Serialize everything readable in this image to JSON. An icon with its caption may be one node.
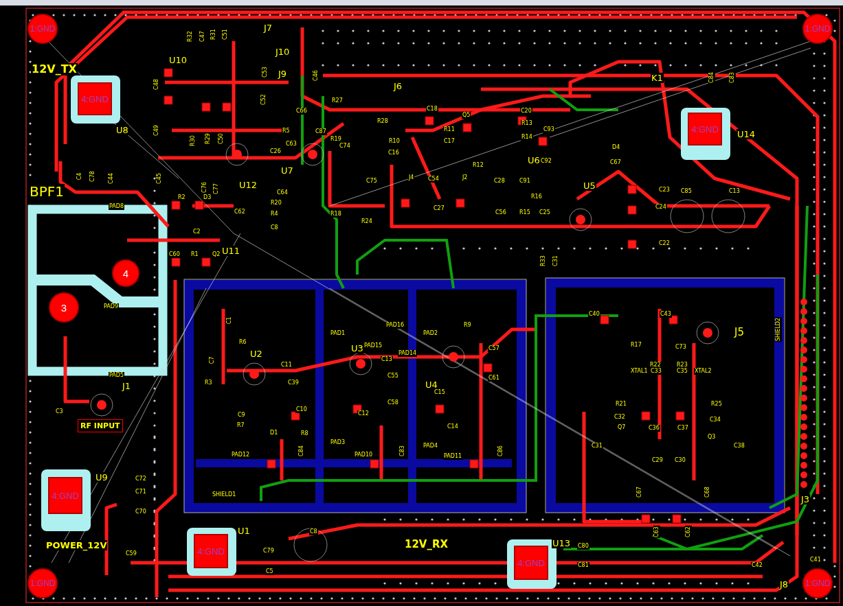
{
  "diagram": {
    "nodes": [
      {
        "text": [
          "1:GND"
        ]
      },
      {
        "text": [
          "1:GND"
        ]
      },
      {
        "text": [
          "1:GND"
        ]
      },
      {
        "text": [
          "1:GND"
        ]
      },
      {
        "text": [
          "4:GND"
        ]
      },
      {
        "text": [
          "4:GND"
        ]
      },
      {
        "text": [
          "4:GND"
        ]
      },
      {
        "text": [
          "4:GND"
        ]
      },
      {
        "text": [
          "4:GND"
        ]
      },
      {
        "text": [
          "4"
        ]
      },
      {
        "text": [
          "3"
        ]
      },
      {
        "text": [
          "RF INPUT"
        ]
      }
    ],
    "labels": [
      "12V_TX",
      "R32",
      "C47",
      "R31",
      "C51",
      "J7",
      "J10",
      "U10",
      "C53",
      "C48",
      "J9",
      "C52",
      "U8",
      "C49",
      "R30",
      "R29",
      "C50",
      "C26",
      "C4",
      "C78",
      "C44",
      "C45",
      "C76",
      "C77",
      "U12",
      "C64",
      "BPF1",
      "R20",
      "R2",
      "D3",
      "C62",
      "R4",
      "C8",
      "PAD8",
      "C2",
      "U11",
      "C60",
      "R1",
      "Q2",
      "C46",
      "J6",
      "R27",
      "C66",
      "C18",
      "Q5",
      "C20",
      "R5",
      "C87",
      "R19",
      "R28",
      "R13",
      "R11",
      "C93",
      "C74",
      "R10",
      "C17",
      "R14",
      "C63",
      "C16",
      "R12",
      "U6",
      "C92",
      "U7",
      "C75",
      "J4",
      "C54",
      "J2",
      "C28",
      "C91",
      "R18",
      "C27",
      "R16",
      "R24",
      "C56",
      "R15",
      "C25",
      "R33",
      "C31",
      "K1",
      "C84",
      "C83",
      "U14",
      "D4",
      "C67",
      "U5",
      "C23",
      "C85",
      "C13",
      "C24",
      "C22",
      "C1",
      "R6",
      "U2",
      "C7",
      "R3",
      "J1",
      "C3",
      "C9",
      "R7",
      "D1",
      "PAD9",
      "PAD5",
      "PAD12",
      "U9",
      "C72",
      "C71",
      "C70",
      "SHIELD1",
      "POWER_12V",
      "U1",
      "C79",
      "C59",
      "C5",
      "C11",
      "PAD1",
      "PAD16",
      "PAD2",
      "R9",
      "U3",
      "PAD15",
      "C13",
      "PAD14",
      "C57",
      "C39",
      "C55",
      "U4",
      "C61",
      "C15",
      "C10",
      "C12",
      "C58",
      "C14",
      "R8",
      "PAD3",
      "PAD4",
      "C84",
      "C83",
      "C86",
      "PAD10",
      "PAD11",
      "C8",
      "12V_RX",
      "U13",
      "C40",
      "C43",
      "R17",
      "C73",
      "J5",
      "SHIELD2",
      "R22",
      "R23",
      "XTAL1",
      "C33",
      "C35",
      "XTAL2",
      "R21",
      "R25",
      "C32",
      "C34",
      "Q7",
      "C36",
      "C37",
      "Q3",
      "C31",
      "C38",
      "C29",
      "C30",
      "C67",
      "C68",
      "J3",
      "C63",
      "C62",
      "C80",
      "C81",
      "C42",
      "C41",
      "J8"
    ]
  }
}
